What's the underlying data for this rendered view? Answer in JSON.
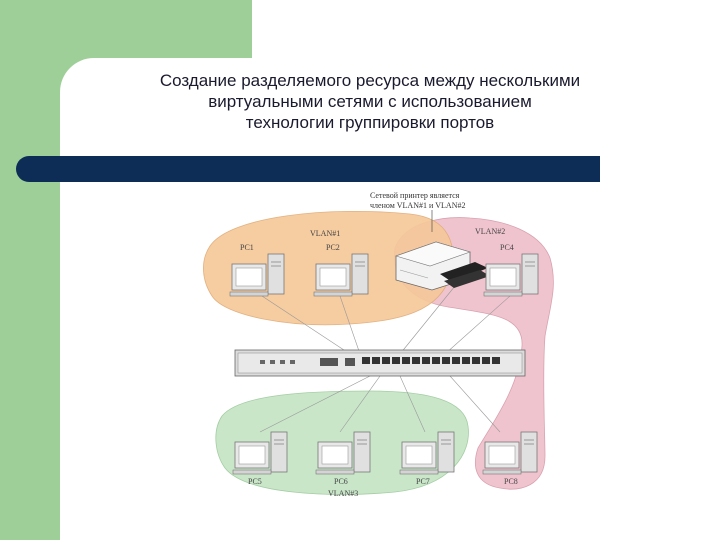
{
  "slide": {
    "title_lines": [
      "Создание разделяемого ресурса между несколькими",
      "виртуальными сетями с использованием",
      "технологии группировки портов"
    ]
  },
  "diagram": {
    "note_lines": [
      "Сетевой принтер является",
      "членом VLAN#1 и VLAN#2"
    ],
    "vlan1": "VLAN#1",
    "vlan2": "VLAN#2",
    "vlan3": "VLAN#3",
    "pcs": {
      "pc1": "PC1",
      "pc2": "PC2",
      "pc4": "PC4",
      "pc5": "PC5",
      "pc6": "PC6",
      "pc7": "PC7",
      "pc8": "PC8"
    },
    "colors": {
      "vlan1": "#f6c89a",
      "vlan2": "#f0c4cf",
      "vlan3": "#c9e6c9",
      "bar": "#0d2d57",
      "green_block": "#9ecf98"
    }
  }
}
